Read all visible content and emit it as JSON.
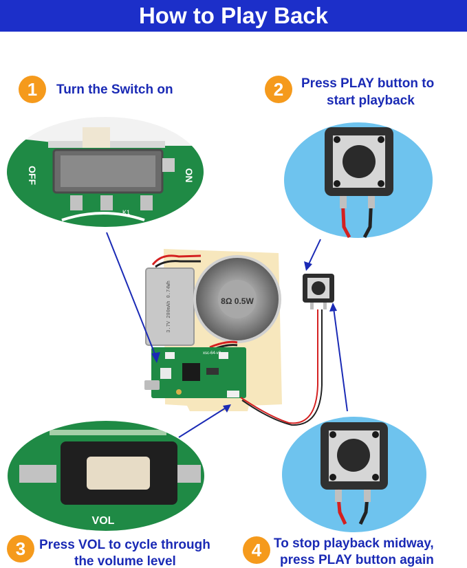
{
  "header": {
    "title": "How to Play Back"
  },
  "steps": [
    {
      "number": "1",
      "text": "Turn the Switch on"
    },
    {
      "number": "2",
      "line1": "Press  PLAY button to",
      "line2": "start playback"
    },
    {
      "number": "3",
      "line1": "Press VOL to cycle through",
      "line2": "the volume level"
    },
    {
      "number": "4",
      "line1": "To stop playback midway,",
      "line2": "press PLAY button again"
    }
  ],
  "photo_labels": {
    "switch_off": "OFF",
    "switch_on": "ON",
    "silk_k1": "K1",
    "vol": "VOL",
    "board_id": "xsc-64-v2",
    "battery_text": "3.7V 200mAh 0.74Wh",
    "speaker_text": "8Ω 0.5W"
  },
  "colors": {
    "banner": "#1c2fc9",
    "step_text": "#1a2ab5",
    "badge": "#f59a1c",
    "pcb": "#1f8a45",
    "photo_bg": "#6ec3ee",
    "arrow": "#1a2ab5"
  }
}
